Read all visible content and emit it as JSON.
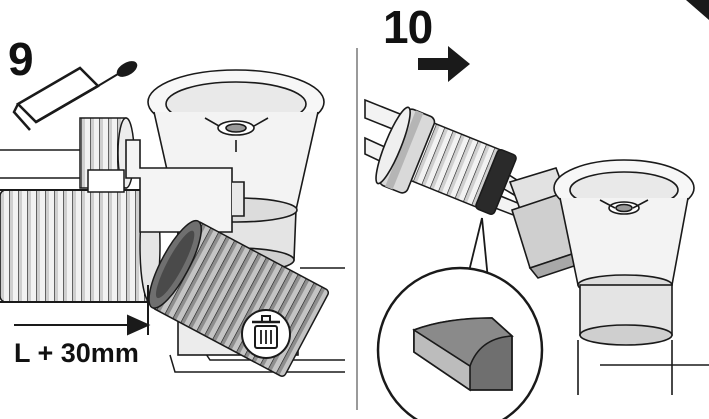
{
  "panels": [
    {
      "step_number": "9",
      "measure_label": "L + 30mm",
      "icons": [
        "hacksaw-icon",
        "trash-bin-icon"
      ]
    },
    {
      "step_number": "10",
      "icons": [
        "push-arrow-icon",
        "seal-detail-icon"
      ]
    }
  ],
  "colors": {
    "line": "#1a1a1a",
    "pipe_light": "#f2f2f2",
    "pipe_gray": "#b9b9b9",
    "pipe_dark": "#8a8a8a",
    "seal": "#6f6f6f",
    "divider": "#9a9a9a"
  }
}
